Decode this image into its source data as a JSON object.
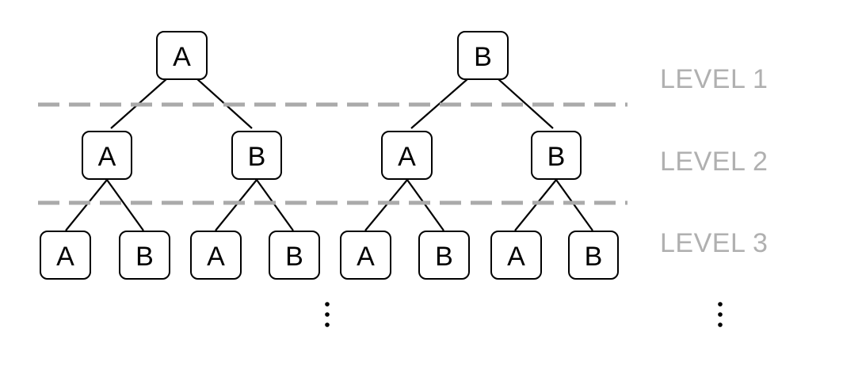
{
  "colors": {
    "node_border": "#000000",
    "node_text": "#000000",
    "edge": "#000000",
    "divider": "#aaaaaa",
    "level_label": "#b0b0b0"
  },
  "level_labels": [
    "LEVEL 1",
    "LEVEL 2",
    "LEVEL 3"
  ],
  "trees": [
    {
      "label": "A",
      "children": [
        {
          "label": "A",
          "children": [
            {
              "label": "A"
            },
            {
              "label": "B"
            }
          ]
        },
        {
          "label": "B",
          "children": [
            {
              "label": "A"
            },
            {
              "label": "B"
            }
          ]
        }
      ]
    },
    {
      "label": "B",
      "children": [
        {
          "label": "A",
          "children": [
            {
              "label": "A"
            },
            {
              "label": "B"
            }
          ]
        },
        {
          "label": "B",
          "children": [
            {
              "label": "A"
            },
            {
              "label": "B"
            }
          ]
        }
      ]
    }
  ],
  "continuation_icons": [
    "vertical-ellipsis-icon",
    "vertical-ellipsis-icon"
  ]
}
